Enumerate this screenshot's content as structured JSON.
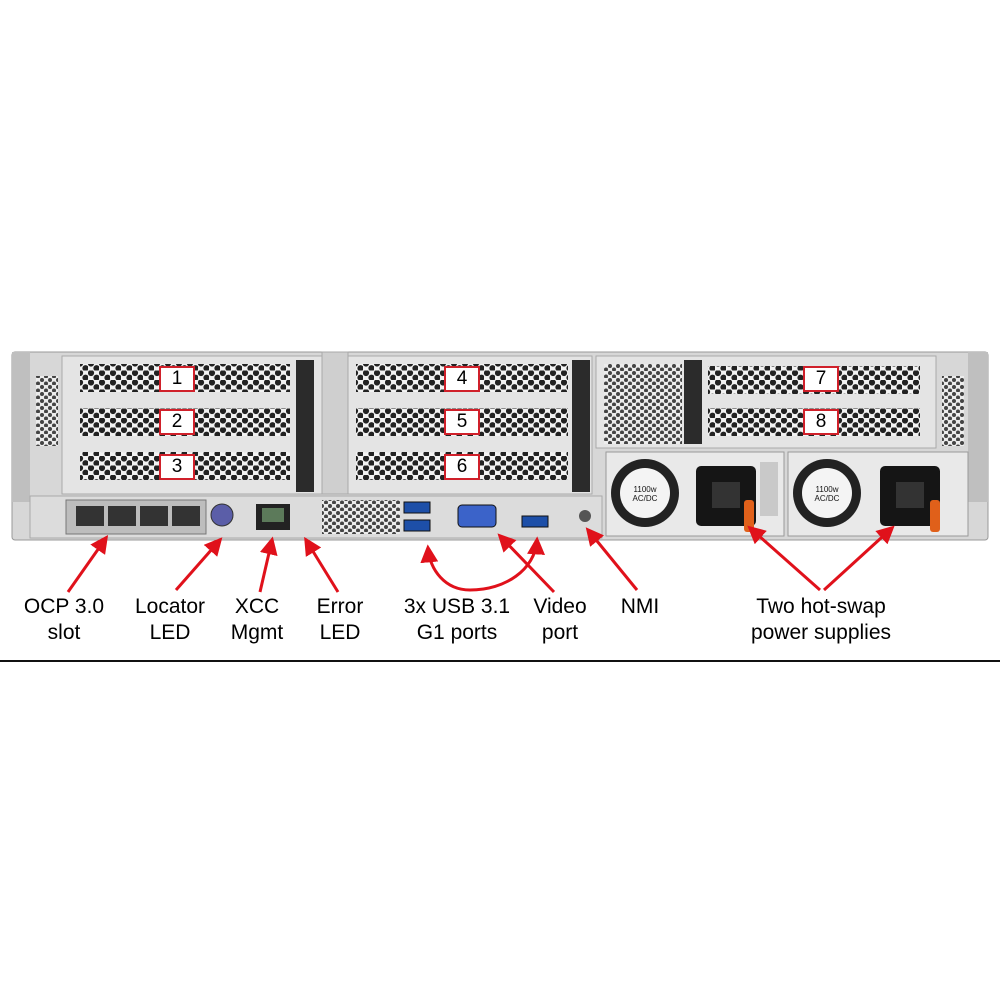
{
  "riser_slots": [
    {
      "number": "1"
    },
    {
      "number": "2"
    },
    {
      "number": "3"
    },
    {
      "number": "4"
    },
    {
      "number": "5"
    },
    {
      "number": "6"
    },
    {
      "number": "7"
    },
    {
      "number": "8"
    }
  ],
  "psu_rating": {
    "watts": "1100w",
    "type": "AC/DC"
  },
  "callouts": {
    "ocp": {
      "line1": "OCP 3.0",
      "line2": "slot"
    },
    "locator": {
      "line1": "Locator",
      "line2": "LED"
    },
    "xcc": {
      "line1": "XCC",
      "line2": "Mgmt"
    },
    "error": {
      "line1": "Error",
      "line2": "LED"
    },
    "usb": {
      "line1": "3x USB 3.1",
      "line2": "G1 ports"
    },
    "video": {
      "line1": "Video",
      "line2": "port"
    },
    "nmi": {
      "line1": "NMI"
    },
    "psu": {
      "line1": "Two hot-swap",
      "line2": "power supplies"
    }
  },
  "colors": {
    "callout_red": "#e0111b",
    "chassis": "#d9d9d9",
    "dark": "#1a1a1a"
  }
}
